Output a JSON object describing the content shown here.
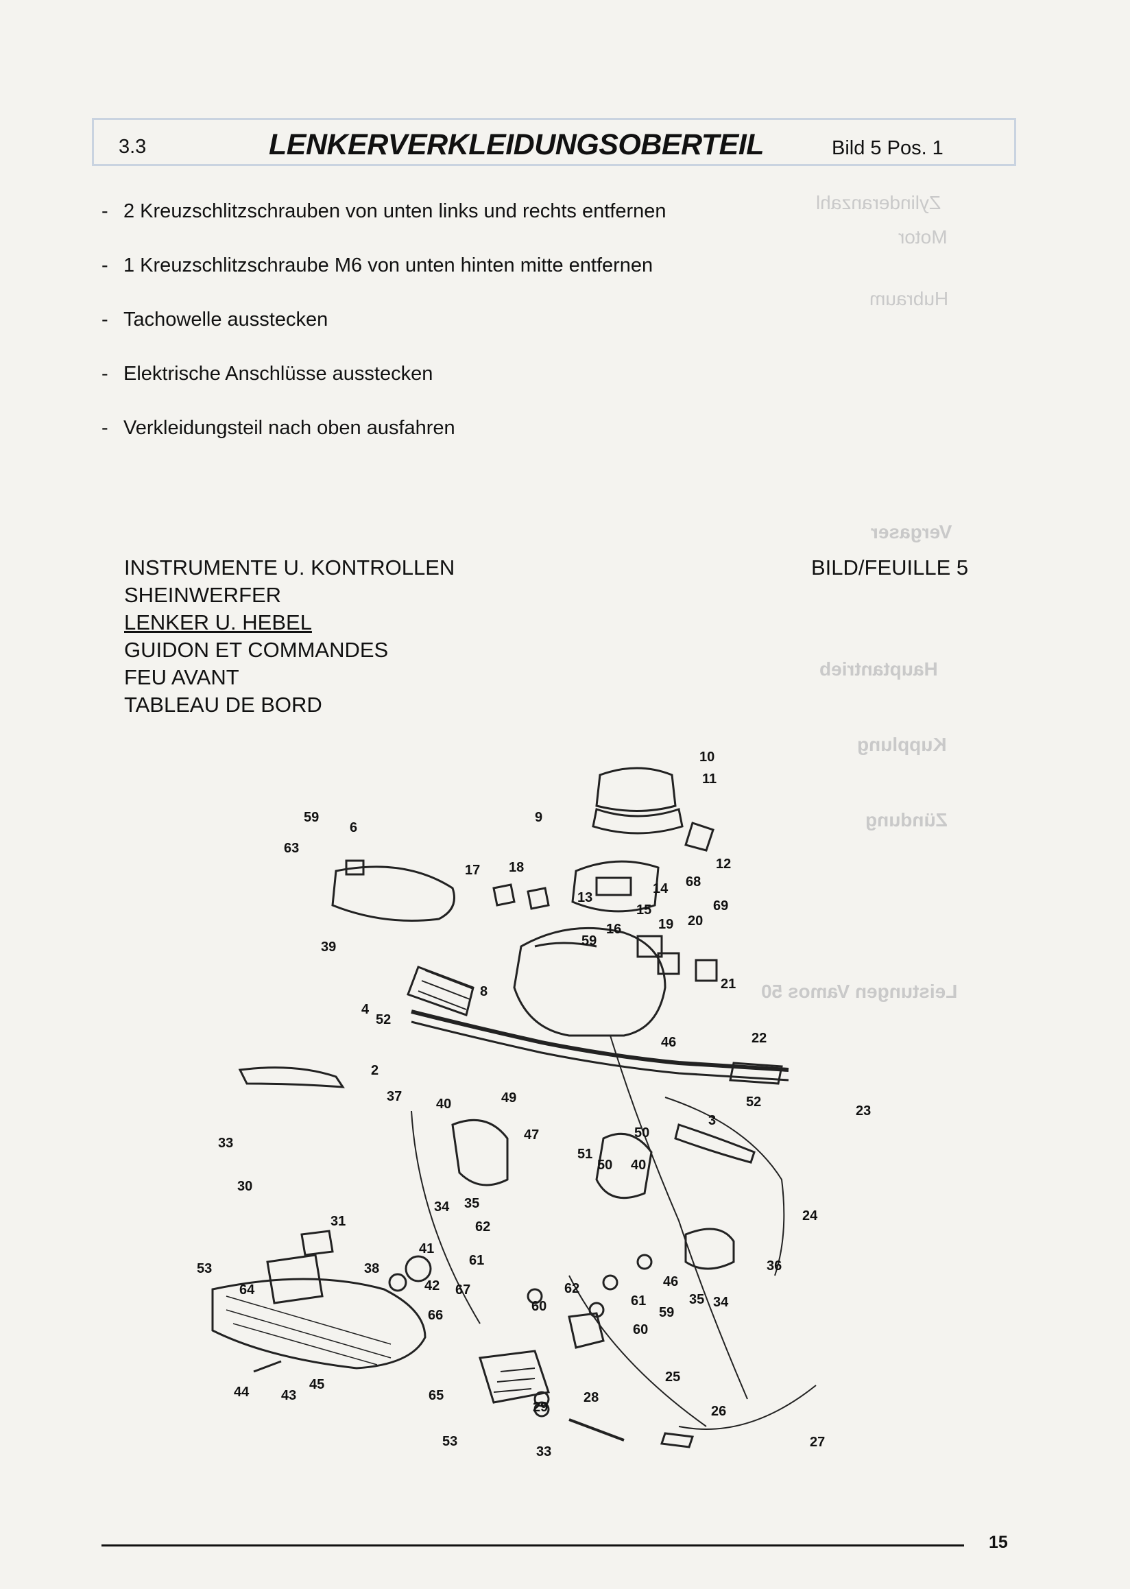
{
  "header": {
    "section_number": "3.3",
    "title": "LENKERVERKLEIDUNGSOBERTEIL",
    "reference": "Bild 5 Pos. 1"
  },
  "steps": [
    "2 Kreuzschlitzschrauben von unten links und rechts entfernen",
    "1 Kreuzschlitzschraube M6 von unten hinten mitte entfernen",
    "Tachowelle ausstecken",
    "Elektrische Anschlüsse ausstecken",
    "Verkleidungsteil nach oben ausfahren"
  ],
  "parts_group": {
    "lines": [
      "INSTRUMENTE U. KONTROLLEN",
      "SHEINWERFER",
      "LENKER U. HEBEL",
      "GUIDON ET COMMANDES",
      "FEU AVANT",
      "TABLEAU DE BORD"
    ],
    "figure_label": "BILD/FEUILLE 5"
  },
  "diagram": {
    "callouts": [
      "10",
      "11",
      "9",
      "59",
      "6",
      "63",
      "17",
      "18",
      "12",
      "68",
      "14",
      "69",
      "13",
      "15",
      "16",
      "19",
      "20",
      "59",
      "39",
      "8",
      "21",
      "4",
      "52",
      "46",
      "22",
      "2",
      "37",
      "40",
      "49",
      "47",
      "52",
      "3",
      "23",
      "50",
      "51",
      "50",
      "40",
      "33",
      "30",
      "34",
      "35",
      "31",
      "62",
      "24",
      "53",
      "41",
      "64",
      "38",
      "42",
      "36",
      "61",
      "67",
      "60",
      "62",
      "46",
      "61",
      "59",
      "35",
      "34",
      "60",
      "66",
      "25",
      "45",
      "43",
      "44",
      "65",
      "29",
      "28",
      "26",
      "53",
      "33",
      "27"
    ]
  },
  "ghost_text": [
    "Zylinderanzahl",
    "Motor",
    "Hubraum",
    "Vergaser",
    "Hauptantrieb",
    "Kupplung",
    "Zündung",
    "Leistungen Vamos 50"
  ],
  "page_number": "15"
}
